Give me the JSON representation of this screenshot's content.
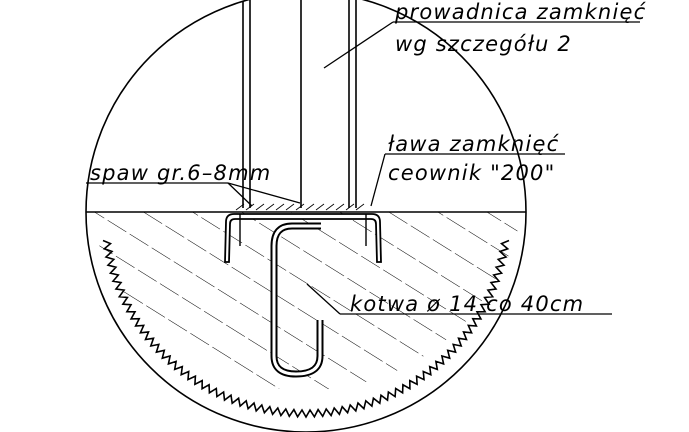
{
  "labels": {
    "guide": "prowadnica zamknięć",
    "guide_ref": "wg szczegółu 2",
    "bench": "ława zamknięć",
    "channel": "ceownik \"200\"",
    "weld": "spaw gr.6–8mm",
    "anchor": "kotwa ø 14 co 40cm"
  },
  "colors": {
    "line": "#000000",
    "background": "#ffffff"
  }
}
